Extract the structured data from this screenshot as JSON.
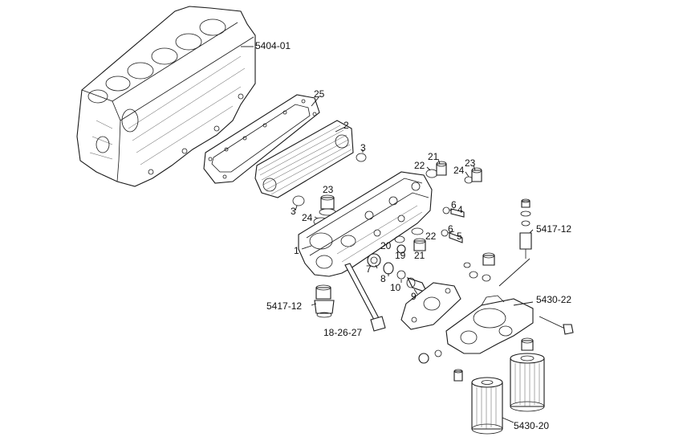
{
  "labels": {
    "l_5404_01": "5404-01",
    "l_25": "25",
    "l_2": "2",
    "l_3a": "3",
    "l_3b": "3",
    "l_23a": "23",
    "l_24a": "24",
    "l_22a": "22",
    "l_21a": "21",
    "l_23b": "23",
    "l_24b": "24",
    "l_6a": "6",
    "l_4": "4",
    "l_6b": "6",
    "l_5": "5",
    "l_22b": "22",
    "l_20": "20",
    "l_19": "19",
    "l_21b": "21",
    "l_1": "1",
    "l_7": "7",
    "l_8": "8",
    "l_10": "10",
    "l_9": "9",
    "l_5417_12a": "5417-12",
    "l_5417_12b": "5417-12",
    "l_18_26_27": "18-26-27",
    "l_5430_22": "5430-22",
    "l_5430_20": "5430-20"
  }
}
